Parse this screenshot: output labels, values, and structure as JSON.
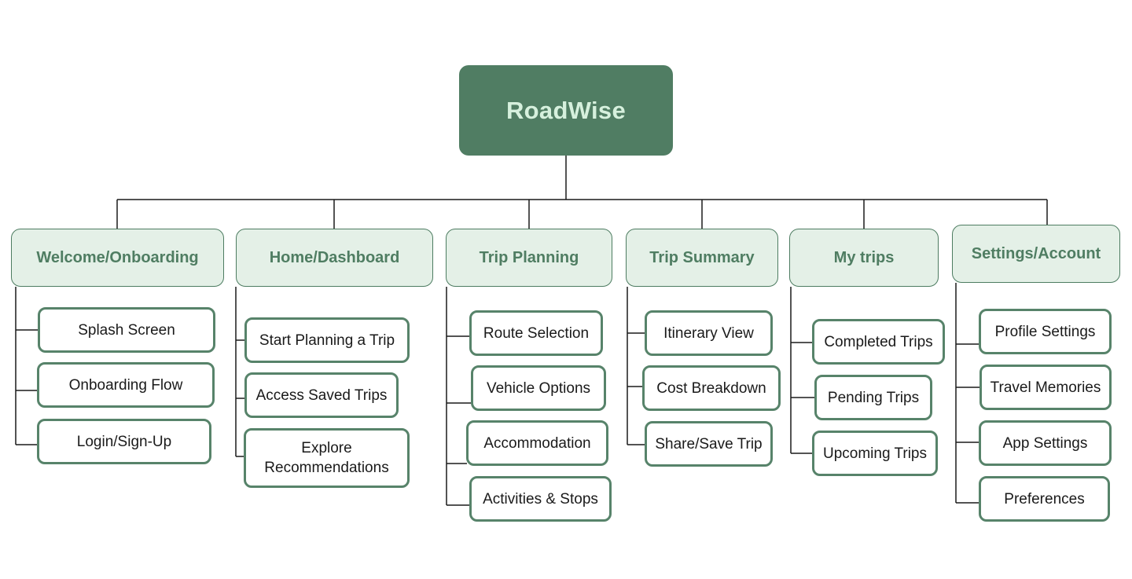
{
  "root": {
    "label": "RoadWise"
  },
  "categories": [
    {
      "label": "Welcome/Onboarding",
      "items": [
        "Splash Screen",
        "Onboarding Flow",
        "Login/Sign-Up"
      ]
    },
    {
      "label": "Home/Dashboard",
      "items": [
        "Start Planning a Trip",
        "Access Saved Trips",
        "Explore Recommendations"
      ]
    },
    {
      "label": "Trip Planning",
      "items": [
        "Route Selection",
        "Vehicle Options",
        "Accommodation",
        "Activities & Stops"
      ]
    },
    {
      "label": "Trip Summary",
      "items": [
        "Itinerary View",
        "Cost Breakdown",
        "Share/Save Trip"
      ]
    },
    {
      "label": "My trips",
      "items": [
        "Completed Trips",
        "Pending Trips",
        "Upcoming Trips"
      ]
    },
    {
      "label": "Settings/Account",
      "items": [
        "Profile Settings",
        "Travel Memories",
        "App Settings",
        "Preferences"
      ]
    }
  ],
  "colors": {
    "root_fill": "#507d63",
    "root_text": "#d6f0dd",
    "category_fill": "#e4f0e7",
    "category_text": "#4f7d62",
    "item_border": "#57836a",
    "connector": "#1a1a1a"
  }
}
